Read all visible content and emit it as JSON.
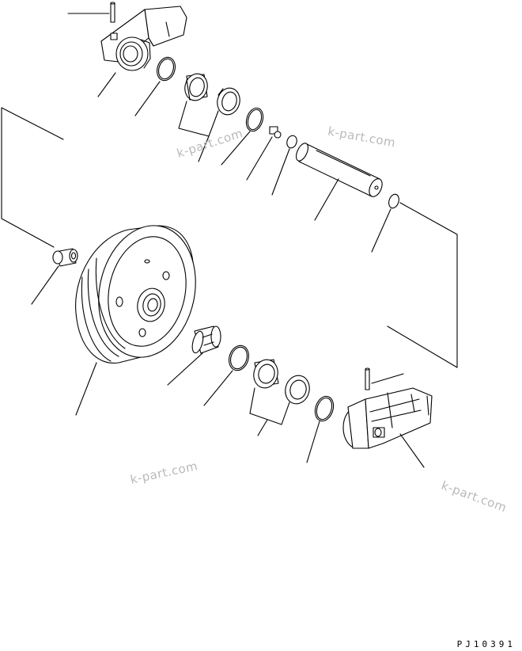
{
  "watermark_text": "k-part.com",
  "watermarks": [
    {
      "id": "wm-1",
      "text": "k-part.com"
    },
    {
      "id": "wm-2",
      "text": "k-part.com"
    },
    {
      "id": "wm-3",
      "text": "k-part.com"
    },
    {
      "id": "wm-4",
      "text": "k-part.com"
    }
  ],
  "figure_code": "PJ10391",
  "ink_color": "#000000",
  "watermark_color": "#b9b9b9"
}
